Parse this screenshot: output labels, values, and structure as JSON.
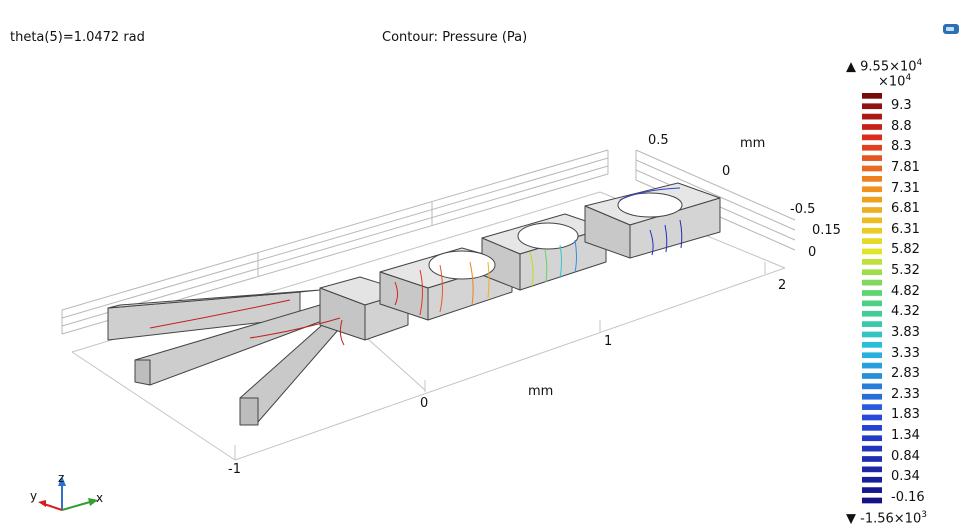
{
  "header": {
    "param_text": "theta(5)=1.0472 rad",
    "plot_title": "Contour: Pressure (Pa)"
  },
  "axes": {
    "y_ticks": [
      "-1",
      "0",
      "1",
      "2"
    ],
    "y_unit": "mm",
    "z_ticks": [
      "0.5",
      "0"
    ],
    "z_unit": "mm",
    "x_ticks": [
      "-0.5",
      "0.15",
      "0"
    ],
    "triad": {
      "x": "x",
      "y": "y",
      "z": "z"
    }
  },
  "colorbar": {
    "max_text": "9.55×10",
    "max_exp": "4",
    "multiplier": "×10",
    "multiplier_exp": "4",
    "min_text": "-1.56×10",
    "min_exp": "3",
    "tick_labels": [
      "9.3",
      "8.8",
      "8.3",
      "7.81",
      "7.31",
      "6.81",
      "6.31",
      "5.82",
      "5.32",
      "4.82",
      "4.32",
      "3.83",
      "3.33",
      "2.83",
      "2.33",
      "1.83",
      "1.34",
      "0.84",
      "0.34",
      "-0.16"
    ]
  },
  "icons": {
    "corner": "camera-icon"
  }
}
